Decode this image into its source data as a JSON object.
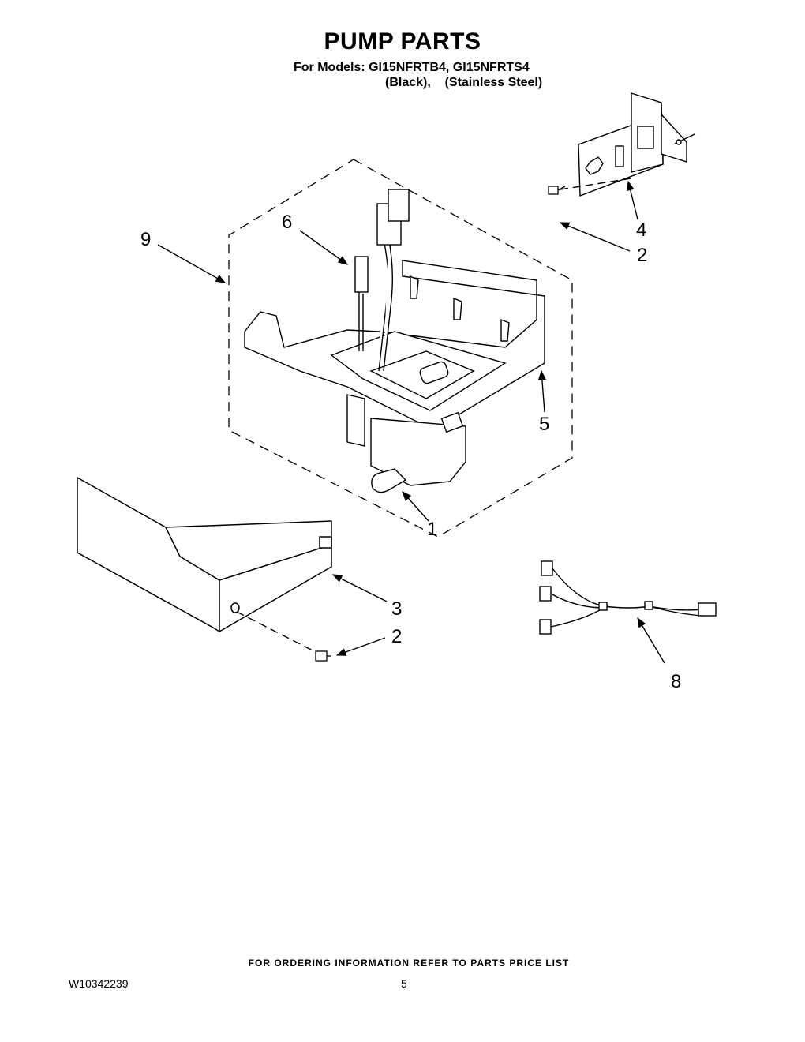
{
  "header": {
    "title": "PUMP PARTS",
    "models": "For Models: GI15NFRTB4, GI15NFRTS4",
    "variants": "(Black),    (Stainless Steel)"
  },
  "callouts": {
    "c1": "1",
    "c2a": "2",
    "c2b": "2",
    "c3": "3",
    "c4": "4",
    "c5": "5",
    "c6": "6",
    "c8": "8",
    "c9": "9"
  },
  "footer": {
    "ordering_note": "FOR ORDERING INFORMATION REFER TO PARTS PRICE LIST",
    "doc_number": "W10342239",
    "page_number": "5"
  }
}
